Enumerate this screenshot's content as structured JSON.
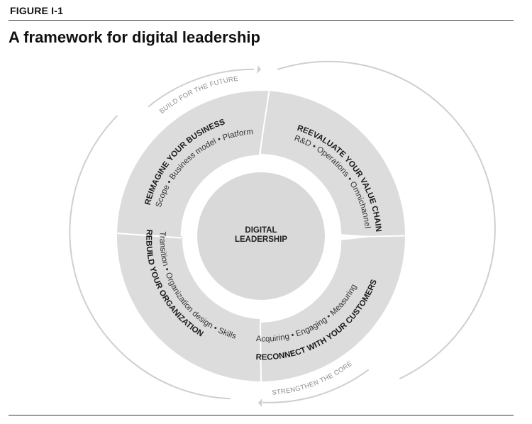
{
  "figure_label": "FIGURE I-1",
  "title": "A framework for digital leadership",
  "center": {
    "line1": "DIGITAL",
    "line2": "LEADERSHIP"
  },
  "arrows": {
    "top": "BUILD FOR THE FUTURE",
    "bottom": "STRENGTHEN THE CORE"
  },
  "segments": {
    "reimagine": {
      "title": "REIMAGINE YOUR BUSINESS",
      "items": "Scope • Business model • Platform"
    },
    "reevaluate": {
      "title": "REEVALUATE YOUR VALUE CHAIN",
      "items": "R&D • Operations • Omnichannel"
    },
    "reconnect": {
      "title": "RECONNECT WITH YOUR CUSTOMERS",
      "items": "Acquiring • Engaging • Measuring"
    },
    "rebuild": {
      "title": "REBUILD YOUR ORGANIZATION",
      "items": "Transition • Organization design • Skills"
    }
  },
  "colors": {
    "segment": "#dcdcdc",
    "center": "#d9d9d9",
    "arrow": "#cfcfcf",
    "divider": "#ffffff"
  }
}
